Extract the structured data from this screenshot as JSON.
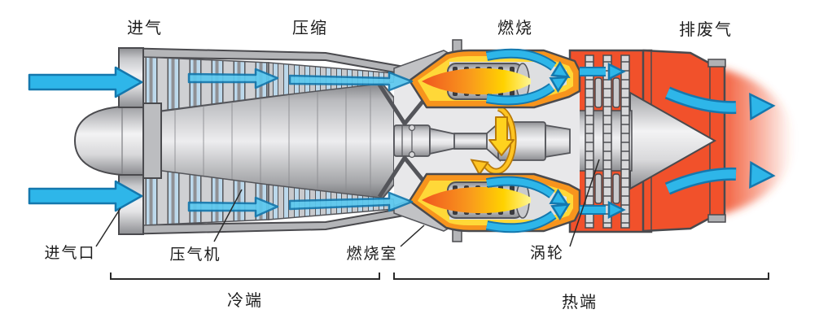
{
  "stage_labels": {
    "intake": "进气",
    "compression": "压缩",
    "combustion": "燃烧",
    "exhaust": "排废气"
  },
  "component_labels": {
    "inlet": "进气口",
    "compressor": "压气机",
    "combustion_chamber": "燃烧室",
    "turbine": "涡轮"
  },
  "section_labels": {
    "cold_end": "冷端",
    "hot_end": "热端"
  },
  "colors": {
    "airflow_blue": "#2EB6E9",
    "airflow_blue_edge": "#1478AE",
    "casing_orange": "#F7941D",
    "liner_yellow": "#FFD838",
    "flame_tip_yellow": "#FFF694",
    "hot_section_red": "#F1512B",
    "metal_gray": "#C9CACD",
    "outline_gray": "#4A4A4E",
    "rotation_yellow": "#FFC423"
  }
}
